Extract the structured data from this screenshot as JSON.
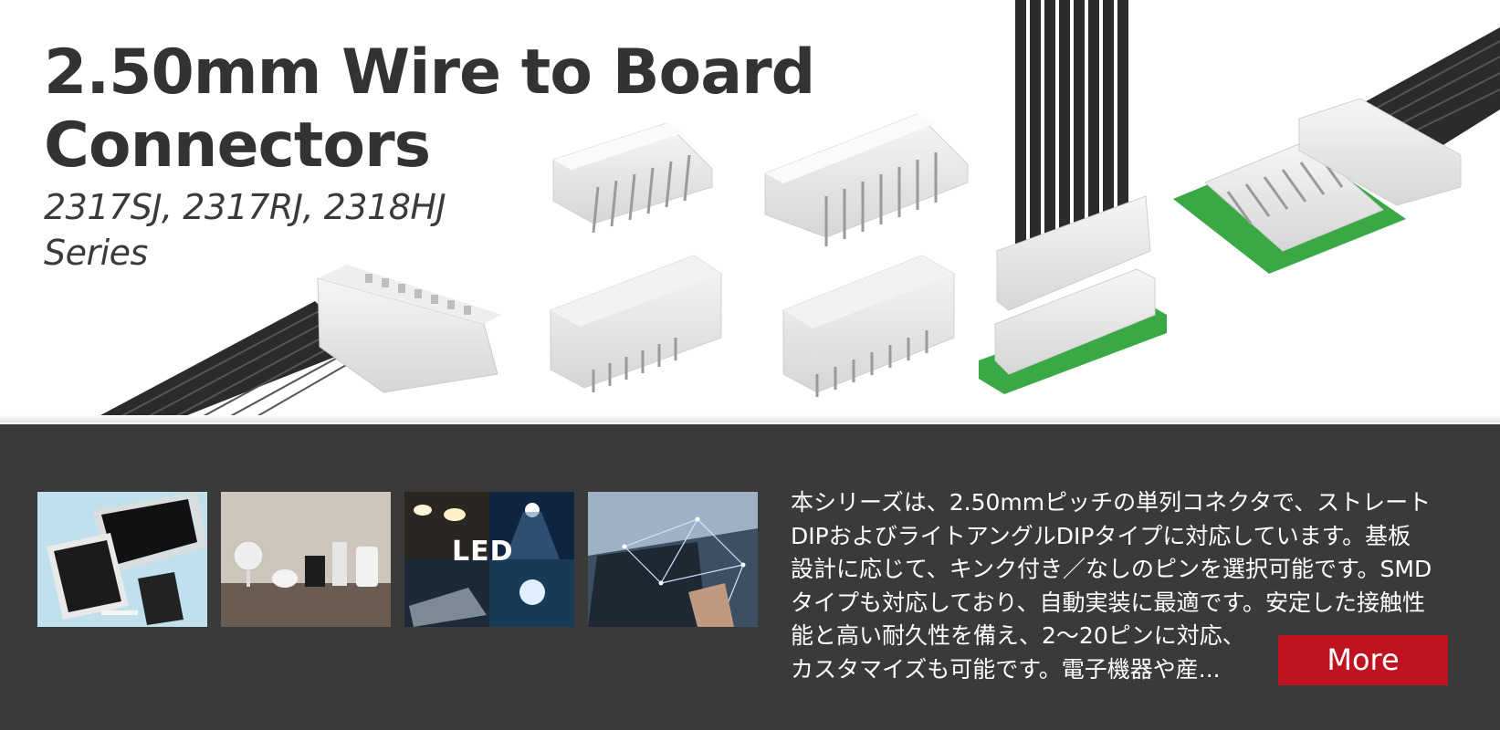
{
  "hero": {
    "title_line1": "2.50mm Wire to Board",
    "title_line2": "Connectors",
    "subtitle_line1": "2317SJ, 2317RJ, 2318HJ",
    "subtitle_line2": "Series"
  },
  "thumbnails": [
    {
      "icon": "laptop-tablet-phone-photo"
    },
    {
      "icon": "home-appliances-photo"
    },
    {
      "icon": "led-lighting-photo",
      "label": "LED"
    },
    {
      "icon": "automotive-touchscreen-photo"
    }
  ],
  "description": {
    "lines": [
      "本シリーズは、2.50mmピッチの単列コネクタで、ストレート",
      "DIPおよびライトアングルDIPタイプに対応しています。基板",
      "設計に応じて、キンク付き／なしのピンを選択可能です。SMD",
      "タイプも対応しており、自動実装に最適です。安定した接触性",
      "能と高い耐久性を備え、2〜20ピンに対応、",
      "カスタマイズも可能です。電子機器や産..."
    ]
  },
  "more_button": {
    "label": "More"
  },
  "colors": {
    "title": "#333333",
    "band": "#3a3a3a",
    "button": "#c1121f",
    "pcb_green": "#3aa845"
  }
}
